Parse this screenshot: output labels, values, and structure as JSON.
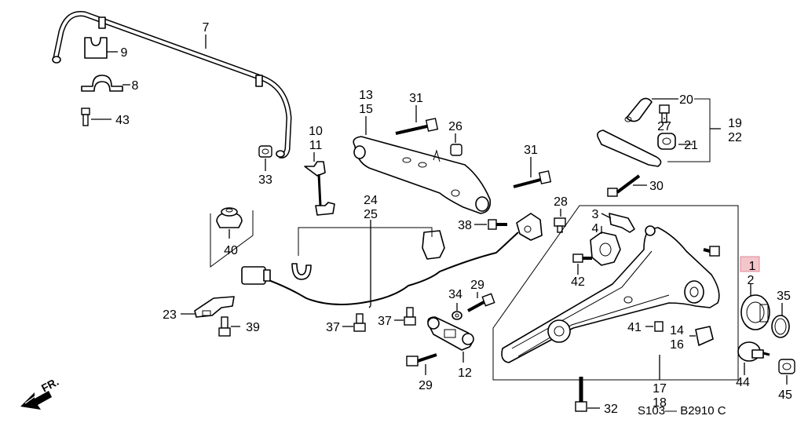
{
  "diagram": {
    "diagram_code": "S103— B2910 C",
    "direction_label": "FR.",
    "highlighted_part": "1",
    "highlight_color": "#f3c6cc",
    "callouts": [
      {
        "id": "c1",
        "text": "1"
      },
      {
        "id": "c2",
        "text": "2"
      },
      {
        "id": "c3",
        "text": "3"
      },
      {
        "id": "c4",
        "text": "4"
      },
      {
        "id": "c7",
        "text": "7"
      },
      {
        "id": "c8",
        "text": "8"
      },
      {
        "id": "c9",
        "text": "9"
      },
      {
        "id": "c10",
        "text": "10"
      },
      {
        "id": "c11",
        "text": "11"
      },
      {
        "id": "c12",
        "text": "12"
      },
      {
        "id": "c13",
        "text": "13"
      },
      {
        "id": "c14",
        "text": "14"
      },
      {
        "id": "c15",
        "text": "15"
      },
      {
        "id": "c16",
        "text": "16"
      },
      {
        "id": "c17",
        "text": "17"
      },
      {
        "id": "c18",
        "text": "18"
      },
      {
        "id": "c19",
        "text": "19"
      },
      {
        "id": "c20",
        "text": "20"
      },
      {
        "id": "c21",
        "text": "21"
      },
      {
        "id": "c22",
        "text": "22"
      },
      {
        "id": "c23",
        "text": "23"
      },
      {
        "id": "c24",
        "text": "24"
      },
      {
        "id": "c25",
        "text": "25"
      },
      {
        "id": "c26",
        "text": "26"
      },
      {
        "id": "c27",
        "text": "27"
      },
      {
        "id": "c28",
        "text": "28"
      },
      {
        "id": "c29a",
        "text": "29"
      },
      {
        "id": "c29b",
        "text": "29"
      },
      {
        "id": "c30",
        "text": "30"
      },
      {
        "id": "c31a",
        "text": "31"
      },
      {
        "id": "c31b",
        "text": "31"
      },
      {
        "id": "c32",
        "text": "32"
      },
      {
        "id": "c33",
        "text": "33"
      },
      {
        "id": "c34",
        "text": "34"
      },
      {
        "id": "c35",
        "text": "35"
      },
      {
        "id": "c37a",
        "text": "37"
      },
      {
        "id": "c37b",
        "text": "37"
      },
      {
        "id": "c38",
        "text": "38"
      },
      {
        "id": "c39",
        "text": "39"
      },
      {
        "id": "c40",
        "text": "40"
      },
      {
        "id": "c41",
        "text": "41"
      },
      {
        "id": "c42",
        "text": "42"
      },
      {
        "id": "c43",
        "text": "43"
      },
      {
        "id": "c44",
        "text": "44"
      },
      {
        "id": "c45",
        "text": "45"
      }
    ]
  }
}
